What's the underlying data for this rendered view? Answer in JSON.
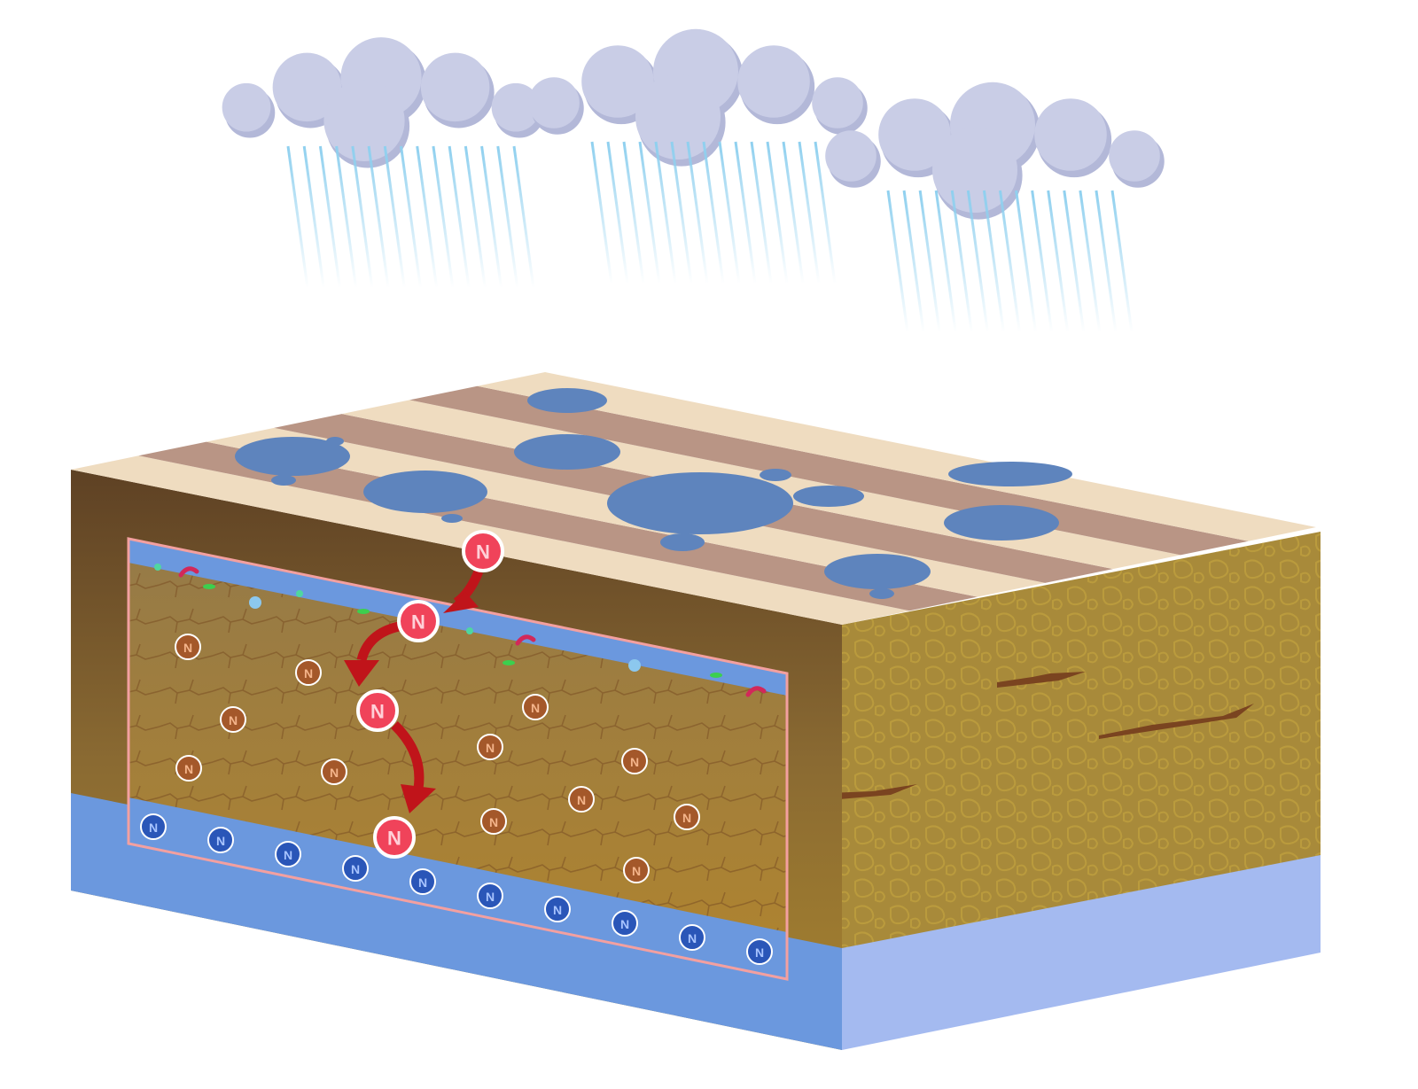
{
  "labels": {
    "surface_nitrogen": "N",
    "leaching_nitrogen": "N",
    "soil_nitrogen": "N",
    "groundwater_nitrogen": "N"
  },
  "colors": {
    "cloud": "#c9cde6",
    "cloud_shadow": "#b3b8d8",
    "rain": "#8fd0ef",
    "surface_cream": "#efdcc0",
    "surface_mauve": "#b99585",
    "puddle": "#5e84bd",
    "soil_dark": "#6a4a25",
    "soil_mid": "#a0783a",
    "soil_side": "#a88a3a",
    "water_front": "#6b98de",
    "water_side": "#a4baf0",
    "panel_border": "#f3a0a0",
    "red_n": "#f0435a",
    "brown_n": "#a4582a",
    "blue_n": "#2a56b8",
    "arrow": "#c0141a"
  }
}
